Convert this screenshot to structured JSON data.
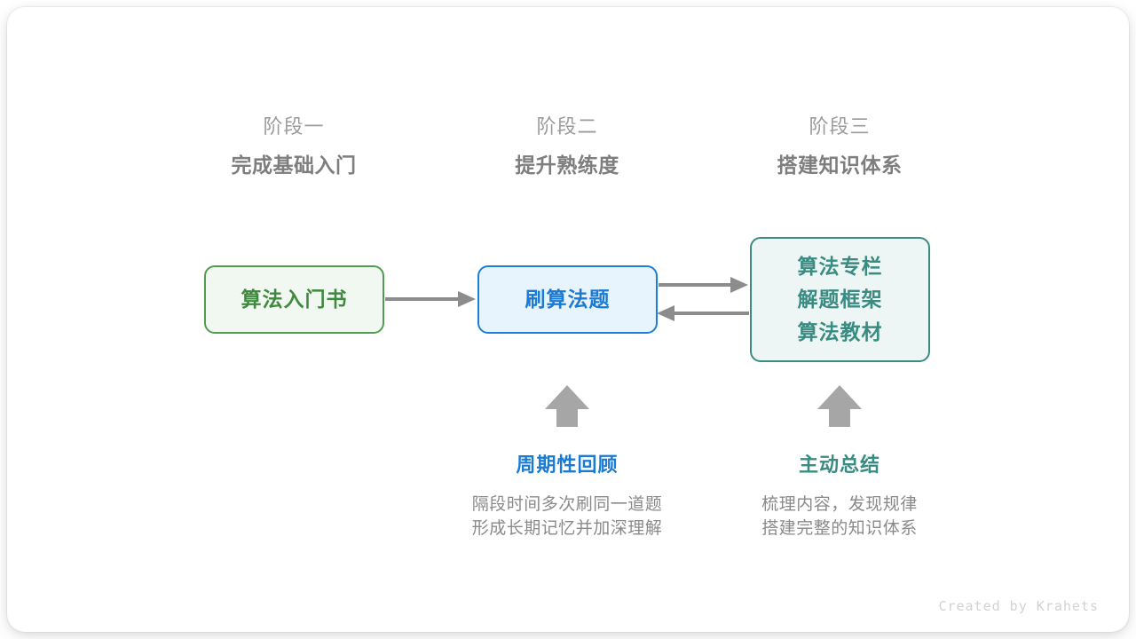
{
  "canvas": {
    "background": "#ffffff",
    "card_background": "#ffffff"
  },
  "colors": {
    "green": "#3f8a3f",
    "green_border": "#529b52",
    "green_fill": "#f1f8f1",
    "blue": "#1a7ad4",
    "blue_border": "#1c7ed6",
    "blue_fill": "#e8f4fd",
    "teal": "#3a8b81",
    "teal_fill": "#edf6f4",
    "arrow_gray": "#8c8c8c",
    "header_gray": "#7e7e7e",
    "subheader_gray": "#9b9b9b",
    "body_gray": "#8a8a8a",
    "watermark_gray": "#d2d2d2"
  },
  "stages": [
    {
      "sub": "阶段一",
      "title": "完成基础入门"
    },
    {
      "sub": "阶段二",
      "title": "提升熟练度"
    },
    {
      "sub": "阶段三",
      "title": "搭建知识体系"
    }
  ],
  "nodes": {
    "book": {
      "lines": [
        "算法入门书"
      ]
    },
    "practice": {
      "lines": [
        "刷算法题"
      ]
    },
    "resources": {
      "lines": [
        "算法专栏",
        "解题框架",
        "算法教材"
      ]
    }
  },
  "annotations": [
    {
      "title": "周期性回顾",
      "desc_lines": [
        "隔段时间多次刷同一道题",
        "形成长期记忆并加深理解"
      ]
    },
    {
      "title": "主动总结",
      "desc_lines": [
        "梳理内容，发现规律",
        "搭建完整的知识体系"
      ]
    }
  ],
  "connectors": [
    {
      "name": "book-to-practice",
      "direction": "right"
    },
    {
      "name": "practice-to-resources",
      "direction": "right"
    },
    {
      "name": "resources-to-practice",
      "direction": "left"
    },
    {
      "name": "review-up-arrow",
      "direction": "up"
    },
    {
      "name": "summary-up-arrow",
      "direction": "up"
    }
  ],
  "watermark": "Created by Krahets"
}
